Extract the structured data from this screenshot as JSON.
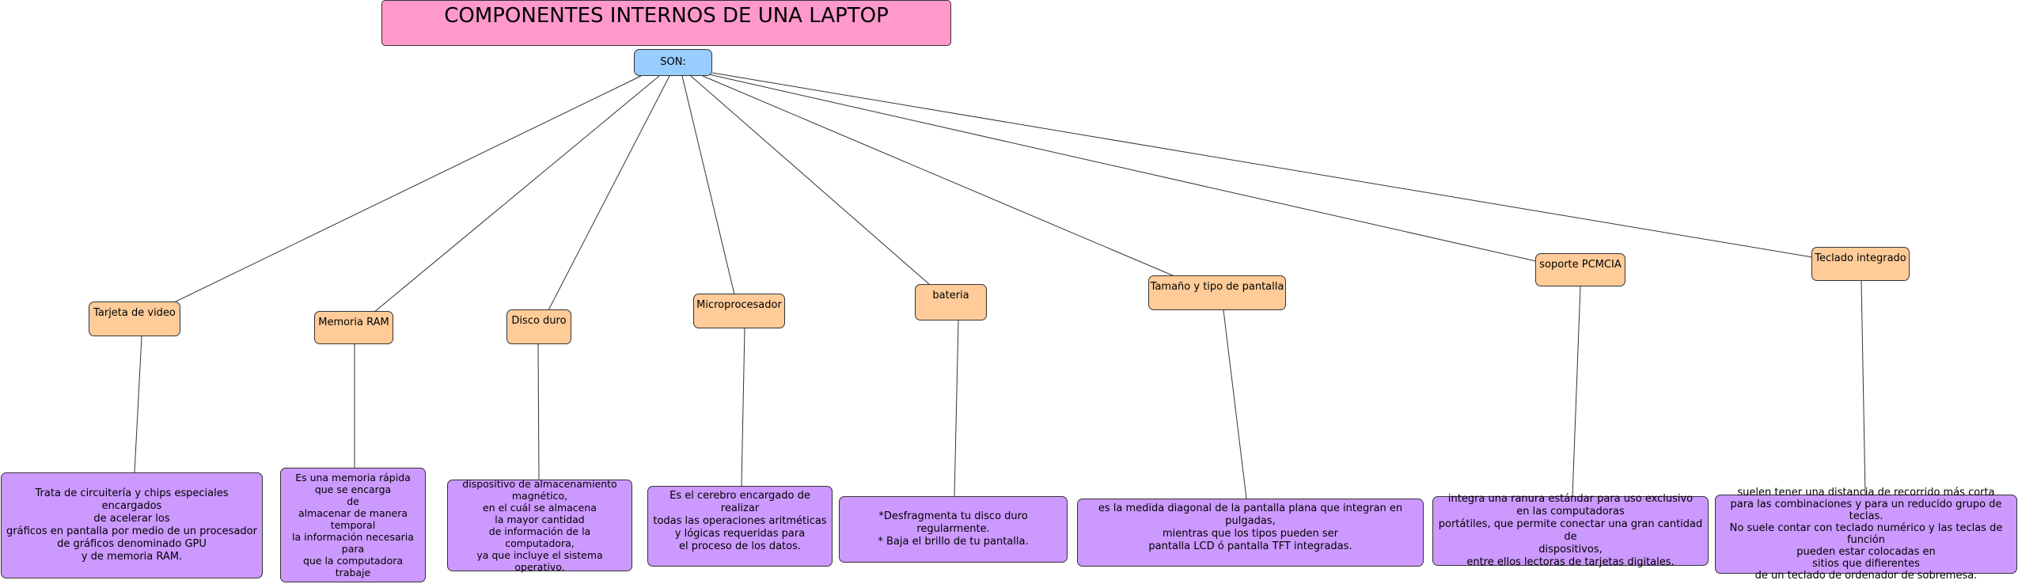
{
  "title": "COMPONENTES INTERNOS DE UNA LAPTOP",
  "root": "SON:",
  "colors": {
    "title_fill": "#ff99cc",
    "root_fill": "#99ccff",
    "concept_fill": "#ffcc99",
    "description_fill": "#cc99ff"
  },
  "components": [
    {
      "label": "Tarjeta de video",
      "description": "Trata de circuitería y chips especiales\nencargados\nde acelerar los\ngráficos en pantalla por medio de un procesador\nde gráficos denominado GPU\ny de memoria RAM."
    },
    {
      "label": "Memoria RAM",
      "description": "Es  una  memoria rápida\nque se encarga\nde\nalmacenar de manera\ntemporal\nla información necesaria\npara\nque la computadora trabaje"
    },
    {
      "label": "Disco duro",
      "description": "dispositivo de almacenamiento\nmagnético,\nen el cuál se almacena\nla mayor cantidad\nde información de la\ncomputadora,\nya que incluye el sistema operativo."
    },
    {
      "label": "Microprocesador",
      "description": "Es el cerebro encargado de realizar\ntodas las operaciones aritméticas\ny lógicas requeridas para\nel proceso de los datos."
    },
    {
      "label": "bateria",
      "description": "*Desfragmenta tu disco duro regularmente.\n* Baja el brillo de tu pantalla."
    },
    {
      "label": "Tamaño y tipo de pantalla",
      "description": "es la medida diagonal de la pantalla plana que integran en pulgadas,\nmientras que los tipos pueden ser\npantalla LCD ó pantalla TFT integradas."
    },
    {
      "label": "soporte PCMCIA",
      "description": "integra una ranura estándar para uso exclusivo\nen las computadoras\nportátiles, que permite conectar una gran cantidad de\ndispositivos,\nentre ellos lectoras de tarjetas digitales."
    },
    {
      "label": "Teclado integrado",
      "description": "suelen tener una distancia de recorrido más corta\npara las combinaciones y para un reducido grupo de teclas.\nNo suele contar con teclado numérico y las teclas de función\npueden estar colocadas en\nsitios que difierentes\nde un teclado de ordenador de sobremesa."
    }
  ]
}
